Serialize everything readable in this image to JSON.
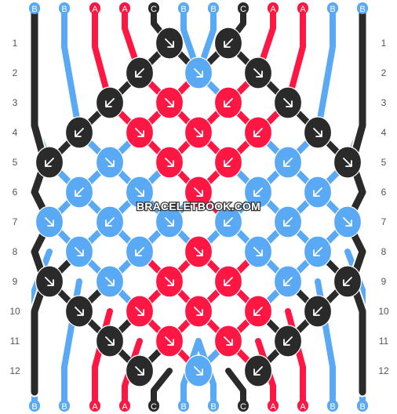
{
  "colors": {
    "A": "#ff1744",
    "B": "#5aa9f5",
    "C": "#2a2a2a"
  },
  "string_labels_top": [
    "B",
    "B",
    "A",
    "A",
    "C",
    "B",
    "B",
    "C",
    "A",
    "A",
    "B",
    "B"
  ],
  "string_labels_bottom": [
    "B",
    "B",
    "A",
    "A",
    "C",
    "B",
    "B",
    "C",
    "A",
    "A",
    "B",
    "B"
  ],
  "row_numbers": [
    "1",
    "2",
    "3",
    "4",
    "5",
    "6",
    "7",
    "8",
    "9",
    "10",
    "11",
    "12"
  ],
  "watermark": "BRACELETBOOK.COM",
  "knots": [
    [
      "C:se",
      "C:sw"
    ],
    [
      "C:sw",
      "B:se",
      "C:se"
    ],
    [
      "C:sw",
      "A:se",
      "A:sw",
      "C:se"
    ],
    [
      "C:sw",
      "A:se",
      "A:se",
      "A:sw",
      "C:se"
    ],
    [
      "C:sw",
      "B:se",
      "A:se",
      "A:sw",
      "B:sw",
      "C:se"
    ],
    [
      "B:sw",
      "B:se",
      "A:se",
      "B:sw",
      "B:sw"
    ],
    [
      "B:se",
      "B:sw",
      "B:se",
      "B:sw",
      "B:sw",
      "B:se"
    ],
    [
      "B:se",
      "B:sw",
      "A:se",
      "B:se",
      "B:sw"
    ],
    [
      "C:se",
      "B:se",
      "A:se",
      "A:sw",
      "B:sw",
      "C:sw"
    ],
    [
      "C:se",
      "A:se",
      "A:se",
      "A:sw",
      "C:sw"
    ],
    [
      "C:se",
      "A:se",
      "A:se",
      "C:sw"
    ],
    [
      "C:se",
      "B:se",
      "C:sw"
    ]
  ]
}
